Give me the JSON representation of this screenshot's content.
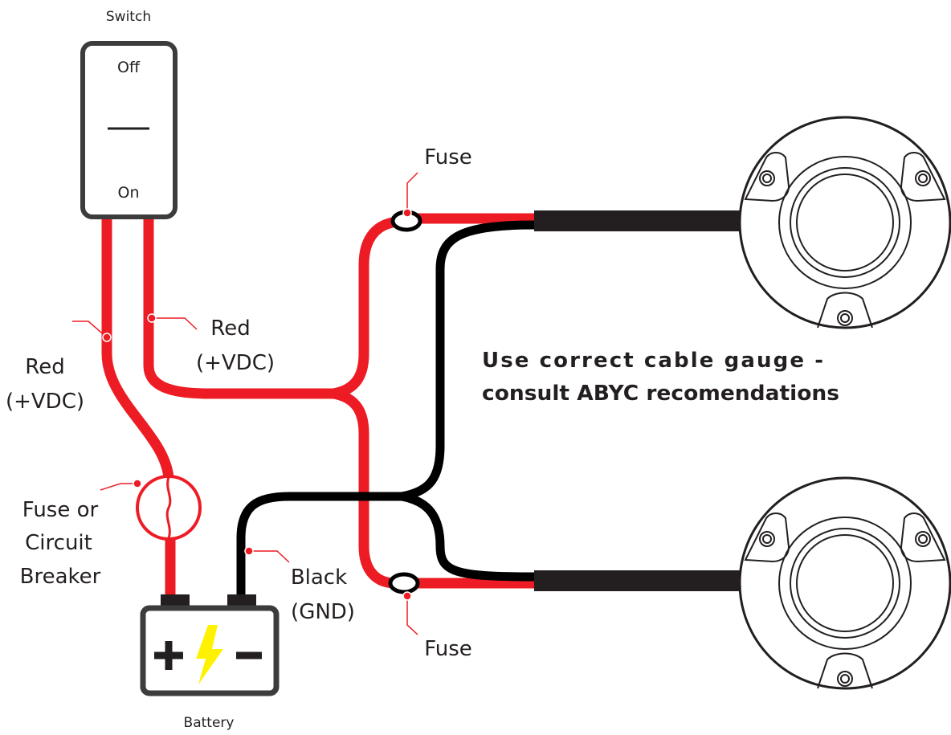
{
  "switch": {
    "title": "Switch",
    "off_label": "Off",
    "on_label": "On"
  },
  "labels": {
    "red_left_line1": "Red",
    "red_left_line2": "(+VDC)",
    "red_right_line1": "Red",
    "red_right_line2": "(+VDC)",
    "breaker_line1": "Fuse or",
    "breaker_line2": "Circuit",
    "breaker_line3": "Breaker",
    "black_line1": "Black",
    "black_line2": "(GND)",
    "fuse_top": "Fuse",
    "fuse_bottom": "Fuse",
    "battery": "Battery"
  },
  "note": {
    "line1": "Use correct cable gauge -",
    "line2": "consult ABYC recomendations"
  },
  "colors": {
    "red_wire": "#ed1c24",
    "black_wire": "#000000",
    "outline": "#3c3c3c",
    "bolt": "#fff200"
  }
}
